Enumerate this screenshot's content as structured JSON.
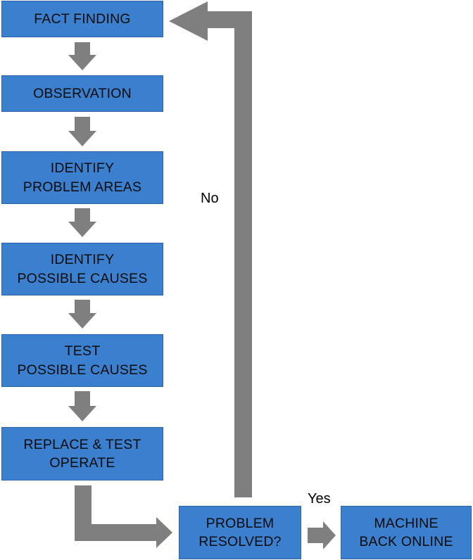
{
  "steps": {
    "fact_finding": {
      "line1": "FACT FINDING"
    },
    "observation": {
      "line1": "OBSERVATION"
    },
    "identify_problem_areas": {
      "line1": "IDENTIFY",
      "line2": "PROBLEM AREAS"
    },
    "identify_possible_causes": {
      "line1": "IDENTIFY",
      "line2": "POSSIBLE CAUSES"
    },
    "test_possible_causes": {
      "line1": "TEST",
      "line2": "POSSIBLE CAUSES"
    },
    "replace_test_operate": {
      "line1": "REPLACE & TEST",
      "line2": "OPERATE"
    },
    "problem_resolved": {
      "line1": "PROBLEM",
      "line2": "RESOLVED?"
    },
    "machine_back_online": {
      "line1": "MACHINE",
      "line2": "BACK ONLINE"
    }
  },
  "edge_labels": {
    "no": "No",
    "yes": "Yes"
  },
  "colors": {
    "box_fill": "#3b7fcf",
    "box_border": "#2c64a8",
    "arrow": "#7f7f7f"
  }
}
